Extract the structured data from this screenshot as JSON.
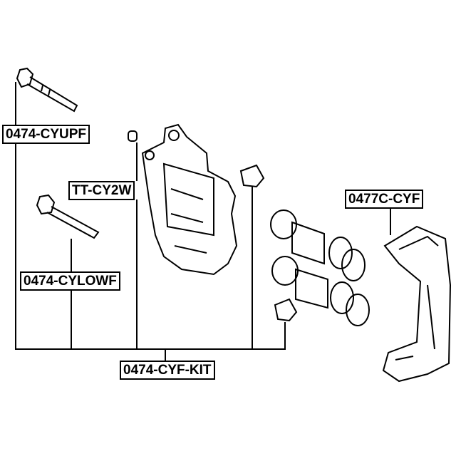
{
  "labels": {
    "upper_bolt": "0474-CYUPF",
    "bushing": "TT-CY2W",
    "lower_bolt": "0474-CYLOWF",
    "bracket": "0477C-CYF",
    "kit": "0474-CYF-KIT"
  },
  "colors": {
    "line": "#000000",
    "background": "#ffffff"
  }
}
